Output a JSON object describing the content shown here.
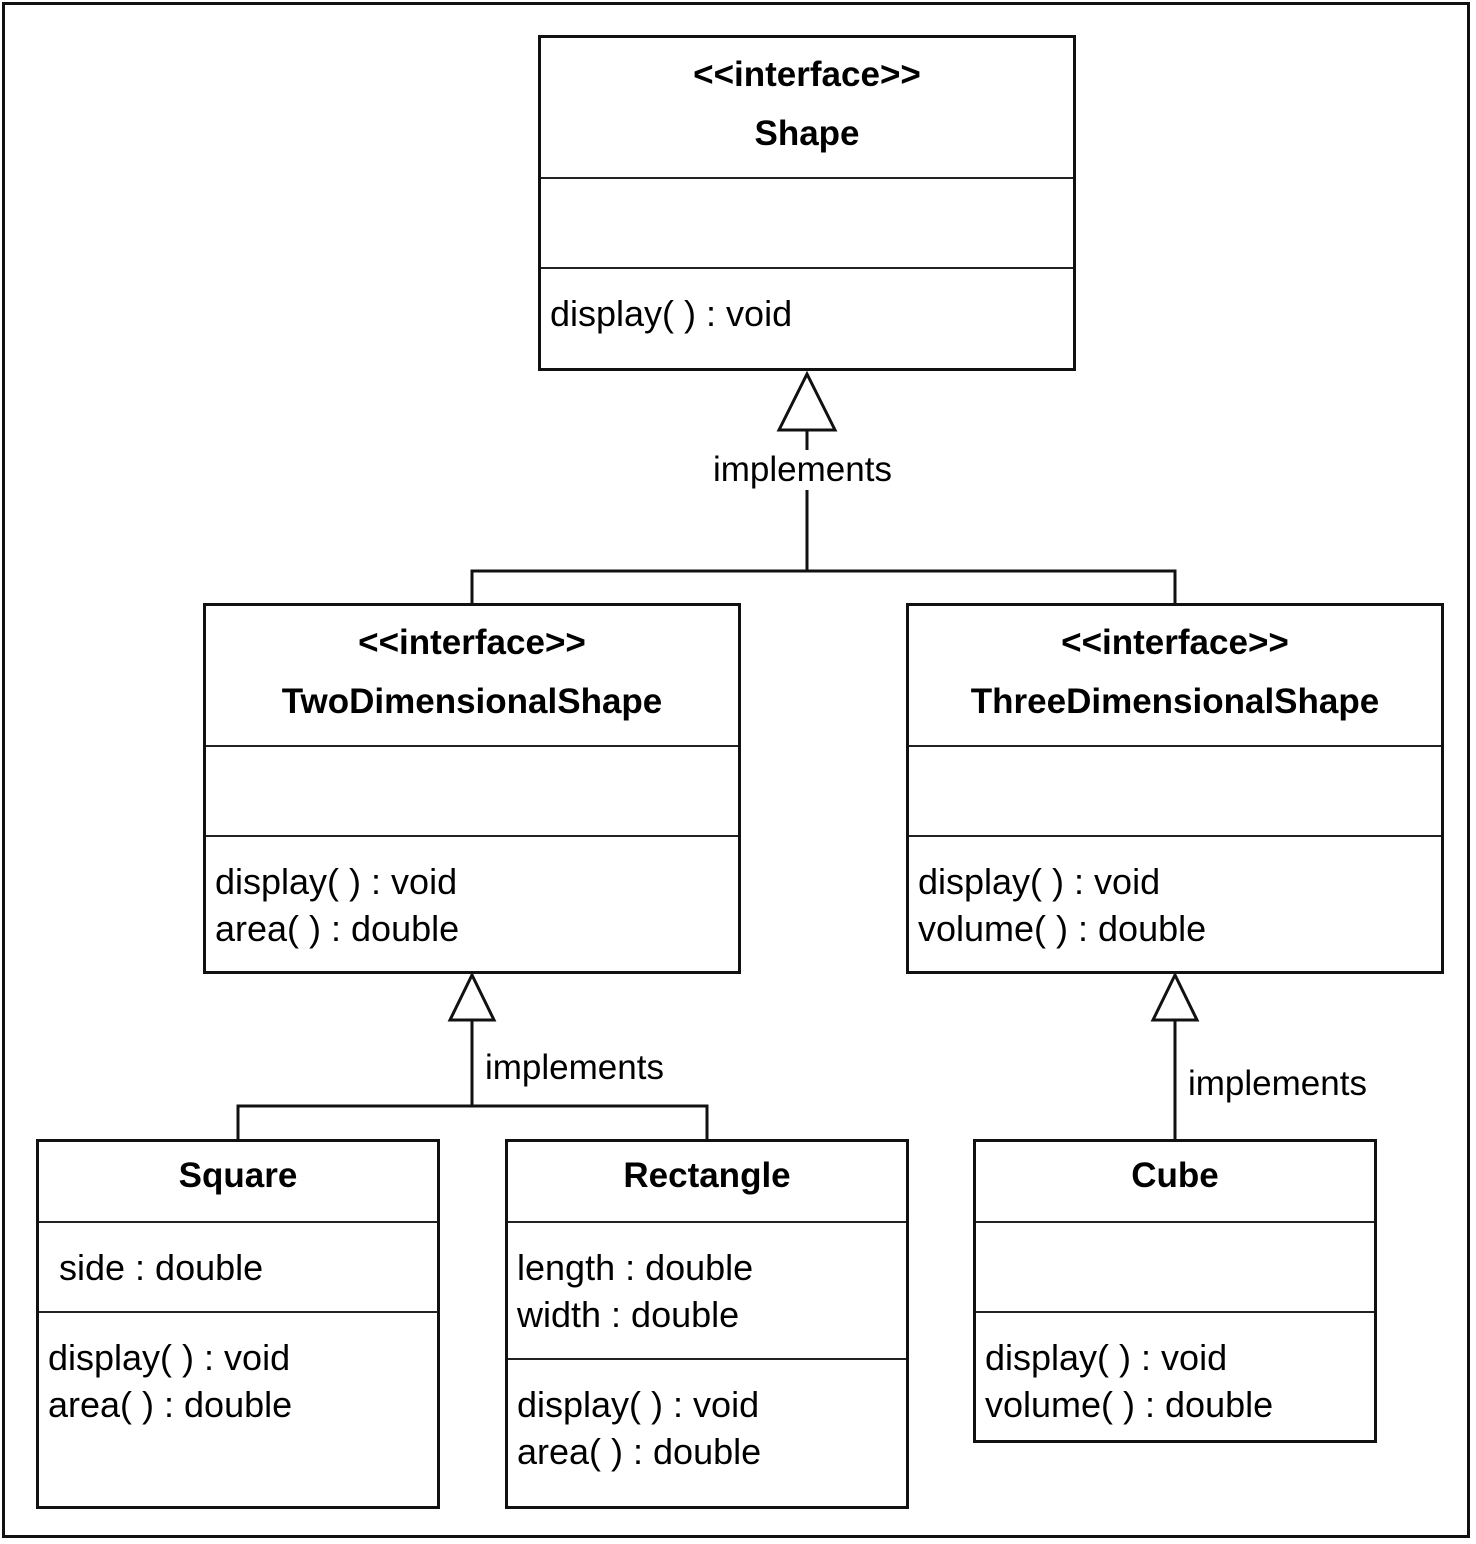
{
  "classes": {
    "shape": {
      "stereotype": "<<interface>>",
      "name": "Shape",
      "operations": [
        "display( ) : void"
      ]
    },
    "two_dimensional_shape": {
      "stereotype": "<<interface>>",
      "name": "TwoDimensionalShape",
      "operations": [
        "display( ) : void",
        "area( ) : double"
      ]
    },
    "three_dimensional_shape": {
      "stereotype": "<<interface>>",
      "name": "ThreeDimensionalShape",
      "operations": [
        "display( ) : void",
        "volume( ) : double"
      ]
    },
    "square": {
      "name": "Square",
      "attributes": [
        "side : double"
      ],
      "operations": [
        "display( ) : void",
        "area( ) : double"
      ]
    },
    "rectangle": {
      "name": "Rectangle",
      "attributes": [
        "length : double",
        "width : double"
      ],
      "operations": [
        "display( ) : void",
        "area( ) : double"
      ]
    },
    "cube": {
      "name": "Cube",
      "operations": [
        "display( ) : void",
        "volume( ) : double"
      ]
    }
  },
  "relations": {
    "shape_label": "implements",
    "two_d_label": "implements",
    "three_d_label": "implements"
  }
}
